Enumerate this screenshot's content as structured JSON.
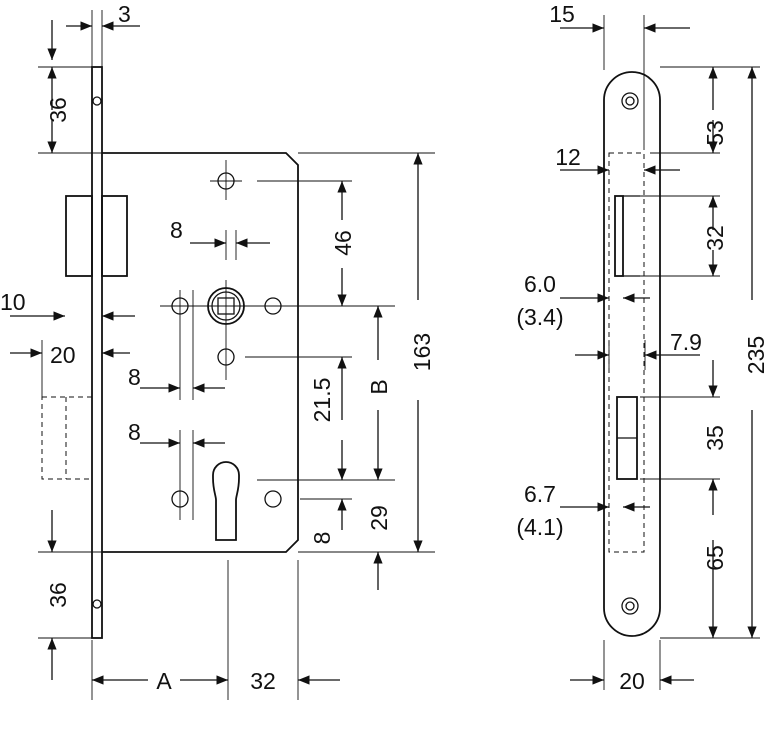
{
  "drawing": {
    "left_view": {
      "faceplate_thickness": "3",
      "top_to_bolt": "36",
      "backset_front": "10",
      "latch_projection": "20",
      "bottom_offset": "36",
      "hole_spacing_top": "8",
      "spindle_offset": "46",
      "hole_spacing_mid": "8",
      "follower_to_cylinder": "21.5",
      "dim_B": "B",
      "hole_spacing_low": "8",
      "cylinder_to_edge": "29",
      "bottom_edge": "8",
      "body_height": "163",
      "dim_A": "A",
      "dim_32": "32"
    },
    "right_view": {
      "plate_offset": "15",
      "top_to_latch": "53",
      "latch_width": "12",
      "latch_height": "32",
      "depth_6": "6.0",
      "depth_6_alt": "(3.4)",
      "depth_7": "7.9",
      "bolt_height": "35",
      "depth_67": "6.7",
      "depth_67_alt": "(4.1)",
      "bottom_to_bolt": "65",
      "total_height": "235",
      "plate_width": "20"
    }
  }
}
